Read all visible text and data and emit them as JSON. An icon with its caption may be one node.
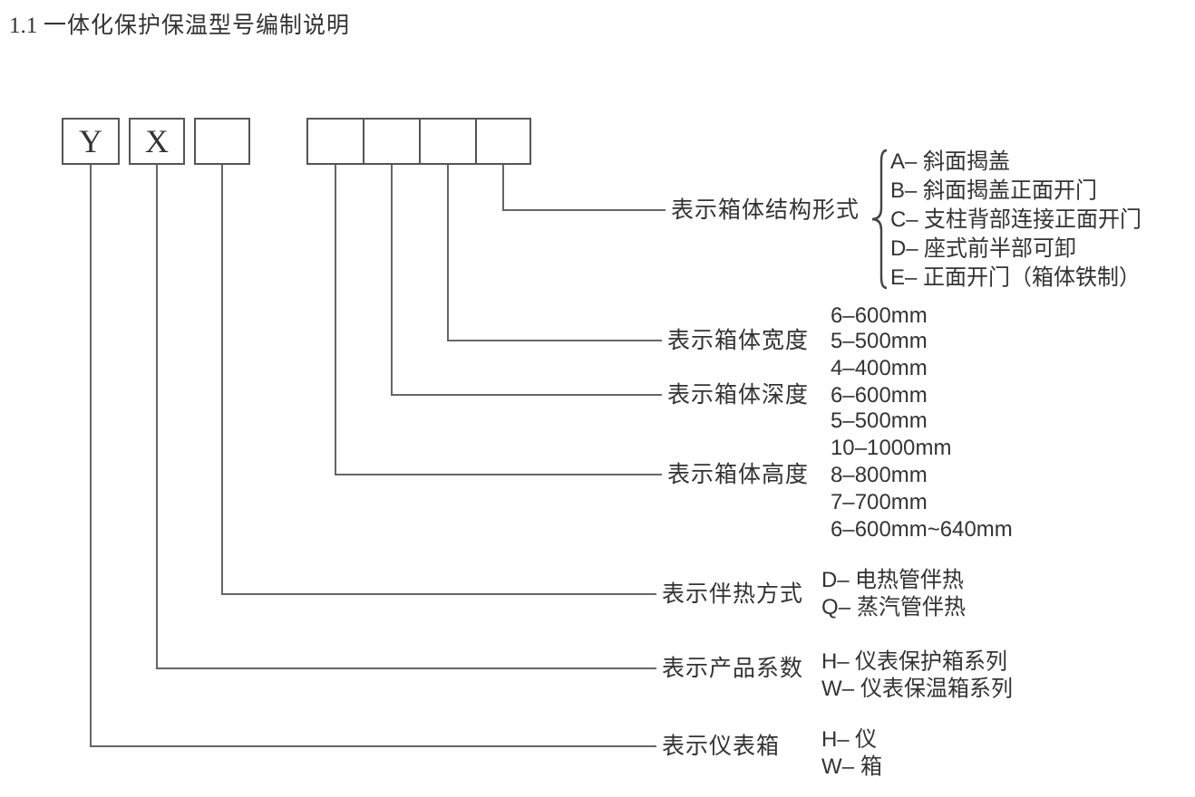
{
  "diagram": {
    "title": "1.1 一体化保护保温型号编制说明",
    "nodes": [
      {
        "text": [
          "Y"
        ]
      },
      {
        "text": [
          "X"
        ]
      },
      {
        "text": [],
        "shape": "box"
      },
      {
        "text": [],
        "shape": "box"
      },
      {
        "text": [],
        "shape": "box"
      },
      {
        "text": [],
        "shape": "box"
      },
      {
        "text": [],
        "shape": "box"
      },
      {
        "text": [
          "表示箱体结构形式"
        ],
        "beside": [
          "A– 斜面揭盖",
          "B– 斜面揭盖正面开门",
          "C– 支柱背部连接正面开门",
          "D– 座式前半部可卸",
          "E– 正面开门（箱体铁制）"
        ]
      },
      {
        "text": [
          "表示箱体宽度"
        ],
        "beside": [
          "6–600mm",
          "5–500mm",
          "4–400mm"
        ]
      },
      {
        "text": [
          "表示箱体深度"
        ],
        "beside": [
          "6–600mm",
          "5–500mm",
          "10–1000mm"
        ]
      },
      {
        "text": [
          "表示箱体高度"
        ],
        "beside": [
          "8–800mm",
          "7–700mm",
          "6–600mm~640mm"
        ]
      },
      {
        "text": [
          "表示伴热方式"
        ],
        "beside": [
          "D– 电热管伴热",
          "Q– 蒸汽管伴热"
        ]
      },
      {
        "text": [
          "表示产品系数"
        ],
        "beside": [
          "H– 仪表保护箱系列",
          "W– 仪表保温箱系列"
        ]
      },
      {
        "text": [
          "表示仪表箱"
        ],
        "beside": [
          "H– 仪",
          "W– 箱"
        ]
      }
    ],
    "edges": [
      {
        "from": 6,
        "to": 7,
        "arrow": "none"
      },
      {
        "from": 5,
        "to": 8,
        "arrow": "none"
      },
      {
        "from": 4,
        "to": 9,
        "arrow": "none"
      },
      {
        "from": 3,
        "to": 10,
        "arrow": "none"
      },
      {
        "from": 2,
        "to": 11,
        "arrow": "none"
      },
      {
        "from": 1,
        "to": 12,
        "arrow": "none"
      },
      {
        "from": 0,
        "to": 13,
        "arrow": "none"
      }
    ]
  }
}
